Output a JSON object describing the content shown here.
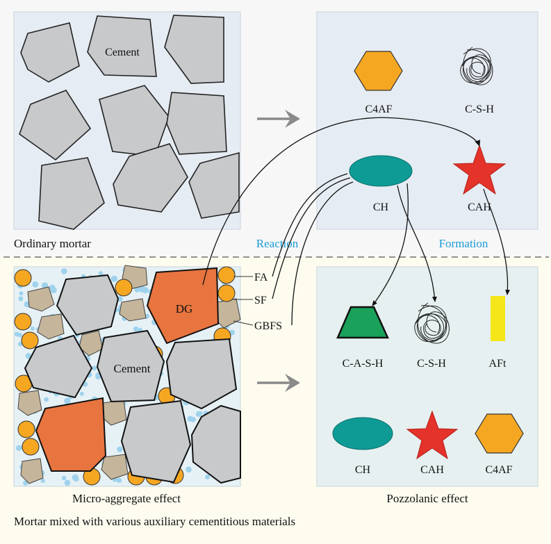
{
  "panels": {
    "ordinary_mortar": "Ordinary mortar",
    "micro_aggregate": "Micro-aggregate effect",
    "pozzolanic": "Pozzolanic effect",
    "bottom_caption": "Mortar mixed with various auxiliary cementitious materials"
  },
  "arrows": {
    "reaction": "Reaction",
    "formation": "Formation"
  },
  "particles": {
    "cement_top": "Cement",
    "cement_bottom": "Cement",
    "dg": "DG",
    "fa": "FA",
    "sf": "SF",
    "gbfs": "GBFS"
  },
  "products_top": {
    "c4af": "C4AF",
    "csh": "C-S-H",
    "ch": "CH",
    "cah": "CAH"
  },
  "products_bottom": {
    "cash": "C-A-S-H",
    "csh": "C-S-H",
    "aft": "AFt",
    "ch": "CH",
    "cah": "CAH",
    "c4af": "C4AF"
  },
  "colors": {
    "cement": "#c8c9cb",
    "dg": "#e8743f",
    "fa": "#f6a722",
    "sf": "#9fd2ec",
    "gbfs": "#c5b59a",
    "c4af": "#f6a722",
    "ch": "#0e9b96",
    "cah": "#e4332a",
    "cash": "#1aa15a",
    "aft": "#f5e61a",
    "top_bg": "#e6ecf3",
    "bottom_bg": "#fdfbee"
  }
}
